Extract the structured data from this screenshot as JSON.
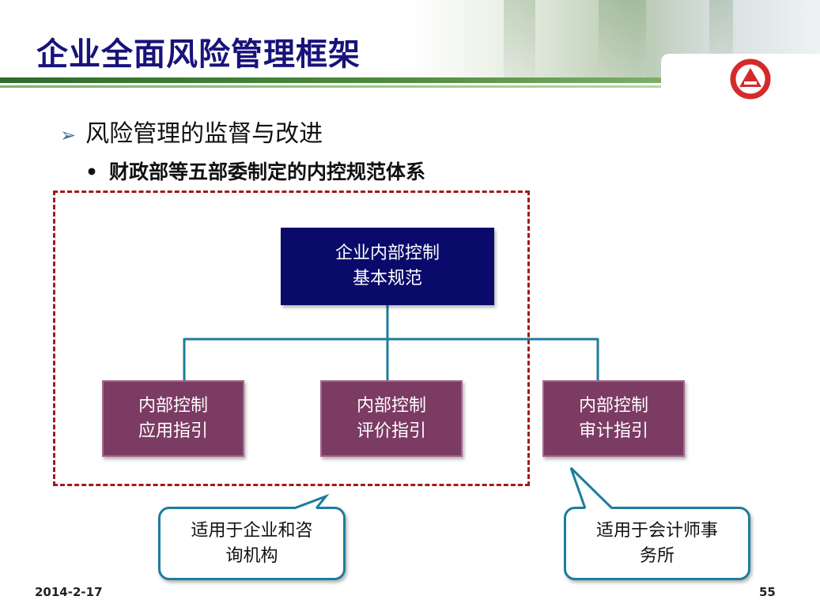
{
  "slide": {
    "title": "企业全面风险管理框架",
    "bullet_level1": "风险管理的监督与改进",
    "bullet_level2": "财政部等五部委制定的内控规范体系",
    "bullet1_marker": "➢",
    "bullet2_marker": "•"
  },
  "diagram": {
    "top_node": {
      "line1": "企业内部控制",
      "line2": "基本规范"
    },
    "children": [
      {
        "line1": "内部控制",
        "line2": "应用指引"
      },
      {
        "line1": "内部控制",
        "line2": "评价指引"
      },
      {
        "line1": "内部控制",
        "line2": "审计指引"
      }
    ],
    "callouts": [
      {
        "line1": "适用于企业和咨",
        "line2": "询机构"
      },
      {
        "line1": "适用于会计师事",
        "line2": "务所"
      }
    ]
  },
  "footer": {
    "date": "2014-2-17",
    "page_number": "55"
  },
  "colors": {
    "title": "#17137a",
    "top_node": "#0a0a6b",
    "child_node": "#7b3b63",
    "connector": "#1c7d9d",
    "dashed_border": "#a31a1a",
    "callout_border": "#1c7d9d",
    "logo_red": "#d62a2a"
  },
  "icons": {
    "logo": "agricultural-bank-style-logo",
    "bullet1": "arrow-bullet"
  }
}
